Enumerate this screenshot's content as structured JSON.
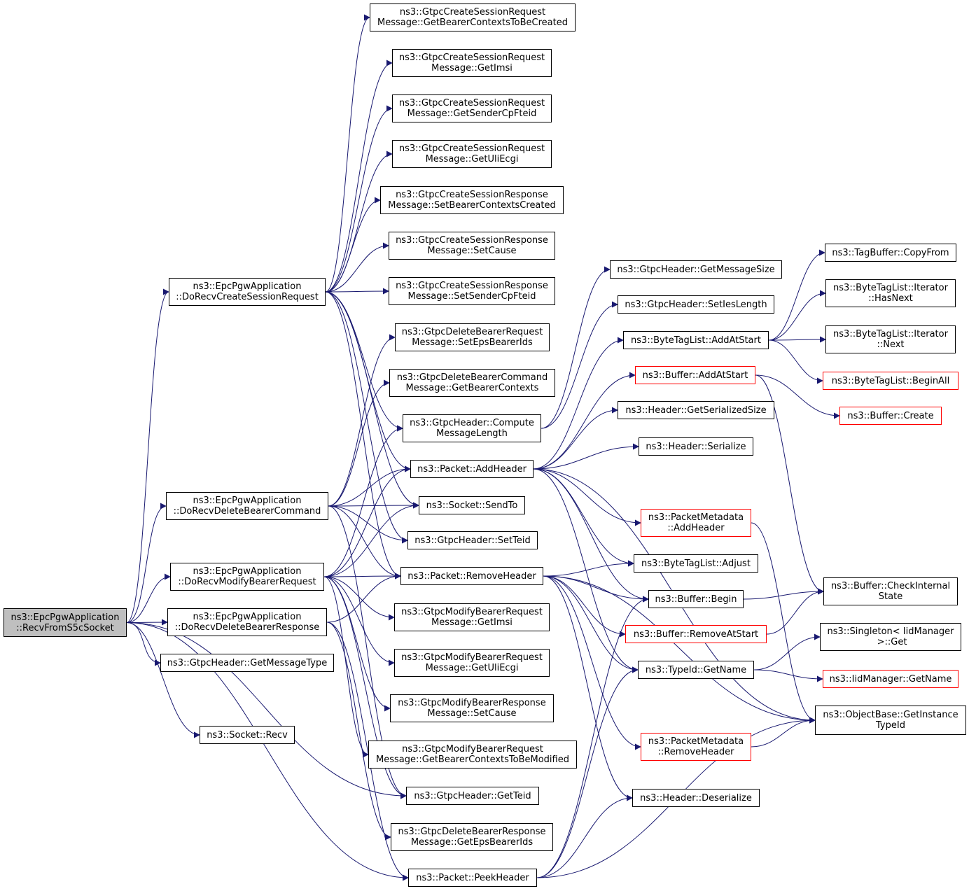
{
  "nodes": {
    "recvfroms5c": {
      "label": "ns3::EpcPgwApplication\n::RecvFromS5cSocket"
    },
    "docreate": {
      "label": "ns3::EpcPgwApplication\n::DoRecvCreateSessionRequest"
    },
    "dodelcmd": {
      "label": "ns3::EpcPgwApplication\n::DoRecvDeleteBearerCommand"
    },
    "domodify": {
      "label": "ns3::EpcPgwApplication\n::DoRecvModifyBearerRequest"
    },
    "dodelresp": {
      "label": "ns3::EpcPgwApplication\n::DoRecvDeleteBearerResponse"
    },
    "getmsgtype": {
      "label": "ns3::GtpcHeader::GetMessageType"
    },
    "sockrecv": {
      "label": "ns3::Socket::Recv"
    },
    "csr_bctbc": {
      "label": "ns3::GtpcCreateSessionRequest\nMessage::GetBearerContextsToBeCreated"
    },
    "csr_imsi": {
      "label": "ns3::GtpcCreateSessionRequest\nMessage::GetImsi"
    },
    "csr_sender": {
      "label": "ns3::GtpcCreateSessionRequest\nMessage::GetSenderCpFteid"
    },
    "csr_uli": {
      "label": "ns3::GtpcCreateSessionRequest\nMessage::GetUliEcgi"
    },
    "csresp_bcc": {
      "label": "ns3::GtpcCreateSessionResponse\nMessage::SetBearerContextsCreated"
    },
    "csresp_cause": {
      "label": "ns3::GtpcCreateSessionResponse\nMessage::SetCause"
    },
    "csresp_sender": {
      "label": "ns3::GtpcCreateSessionResponse\nMessage::SetSenderCpFteid"
    },
    "dbr_eps": {
      "label": "ns3::GtpcDeleteBearerRequest\nMessage::SetEpsBearerIds"
    },
    "dbc_bc": {
      "label": "ns3::GtpcDeleteBearerCommand\nMessage::GetBearerContexts"
    },
    "compute": {
      "label": "ns3::GtpcHeader::Compute\nMessageLength"
    },
    "addheader": {
      "label": "ns3::Packet::AddHeader"
    },
    "sendto": {
      "label": "ns3::Socket::SendTo"
    },
    "setteid": {
      "label": "ns3::GtpcHeader::SetTeid"
    },
    "removeheader": {
      "label": "ns3::Packet::RemoveHeader"
    },
    "mbr_imsi": {
      "label": "ns3::GtpcModifyBearerRequest\nMessage::GetImsi"
    },
    "mbr_uli": {
      "label": "ns3::GtpcModifyBearerRequest\nMessage::GetUliEcgi"
    },
    "mbresp_cause": {
      "label": "ns3::GtpcModifyBearerResponse\nMessage::SetCause"
    },
    "mbr_bctbm": {
      "label": "ns3::GtpcModifyBearerRequest\nMessage::GetBearerContextsToBeModified"
    },
    "getteid": {
      "label": "ns3::GtpcHeader::GetTeid"
    },
    "dbresp_eps": {
      "label": "ns3::GtpcDeleteBearerResponse\nMessage::GetEpsBearerIds"
    },
    "peekheader": {
      "label": "ns3::Packet::PeekHeader"
    },
    "getmsgsize": {
      "label": "ns3::GtpcHeader::GetMessageSize"
    },
    "setieslen": {
      "label": "ns3::GtpcHeader::SetIesLength"
    },
    "btl_addatstart": {
      "label": "ns3::ByteTagList::AddAtStart"
    },
    "buf_addatstart": {
      "label": "ns3::Buffer::AddAtStart"
    },
    "hdr_serialsize": {
      "label": "ns3::Header::GetSerializedSize"
    },
    "hdr_serialize": {
      "label": "ns3::Header::Serialize"
    },
    "pm_addheader": {
      "label": "ns3::PacketMetadata\n::AddHeader"
    },
    "btl_adjust": {
      "label": "ns3::ByteTagList::Adjust"
    },
    "buf_begin": {
      "label": "ns3::Buffer::Begin"
    },
    "buf_removeatstart": {
      "label": "ns3::Buffer::RemoveAtStart"
    },
    "typeid_getname": {
      "label": "ns3::TypeId::GetName"
    },
    "pm_removeheader": {
      "label": "ns3::PacketMetadata\n::RemoveHeader"
    },
    "hdr_deserialize": {
      "label": "ns3::Header::Deserialize"
    },
    "tagbuf_copyfrom": {
      "label": "ns3::TagBuffer::CopyFrom"
    },
    "btl_it_hasnext": {
      "label": "ns3::ByteTagList::Iterator\n::HasNext"
    },
    "btl_it_next": {
      "label": "ns3::ByteTagList::Iterator\n::Next"
    },
    "btl_beginall": {
      "label": "ns3::ByteTagList::BeginAll"
    },
    "buf_create": {
      "label": "ns3::Buffer::Create"
    },
    "buf_checkinternal": {
      "label": "ns3::Buffer::CheckInternal\nState"
    },
    "singleton_get": {
      "label": "ns3::Singleton< IidManager\n >::Get"
    },
    "iidmgr_getname": {
      "label": "ns3::IidManager::GetName"
    },
    "objbase_getinstance": {
      "label": "ns3::ObjectBase::GetInstance\nTypeId"
    }
  },
  "edges": [
    [
      "recvfroms5c",
      "docreate"
    ],
    [
      "recvfroms5c",
      "dodelcmd"
    ],
    [
      "recvfroms5c",
      "domodify"
    ],
    [
      "recvfroms5c",
      "dodelresp"
    ],
    [
      "recvfroms5c",
      "getmsgtype"
    ],
    [
      "recvfroms5c",
      "sockrecv"
    ],
    [
      "recvfroms5c",
      "getteid"
    ],
    [
      "recvfroms5c",
      "peekheader"
    ],
    [
      "docreate",
      "csr_bctbc"
    ],
    [
      "docreate",
      "csr_imsi"
    ],
    [
      "docreate",
      "csr_sender"
    ],
    [
      "docreate",
      "csr_uli"
    ],
    [
      "docreate",
      "csresp_bcc"
    ],
    [
      "docreate",
      "csresp_cause"
    ],
    [
      "docreate",
      "csresp_sender"
    ],
    [
      "docreate",
      "compute"
    ],
    [
      "docreate",
      "addheader"
    ],
    [
      "docreate",
      "sendto"
    ],
    [
      "docreate",
      "setteid"
    ],
    [
      "docreate",
      "removeheader"
    ],
    [
      "dodelcmd",
      "dbr_eps"
    ],
    [
      "dodelcmd",
      "dbc_bc"
    ],
    [
      "dodelcmd",
      "addheader"
    ],
    [
      "dodelcmd",
      "sendto"
    ],
    [
      "dodelcmd",
      "setteid"
    ],
    [
      "dodelcmd",
      "removeheader"
    ],
    [
      "dodelcmd",
      "getteid"
    ],
    [
      "domodify",
      "compute"
    ],
    [
      "domodify",
      "addheader"
    ],
    [
      "domodify",
      "sendto"
    ],
    [
      "domodify",
      "removeheader"
    ],
    [
      "domodify",
      "mbr_imsi"
    ],
    [
      "domodify",
      "mbr_uli"
    ],
    [
      "domodify",
      "mbresp_cause"
    ],
    [
      "domodify",
      "mbr_bctbm"
    ],
    [
      "domodify",
      "getteid"
    ],
    [
      "dodelresp",
      "removeheader"
    ],
    [
      "dodelresp",
      "dbresp_eps"
    ],
    [
      "dodelresp",
      "peekheader"
    ],
    [
      "compute",
      "getmsgsize"
    ],
    [
      "compute",
      "setieslen"
    ],
    [
      "addheader",
      "btl_addatstart"
    ],
    [
      "addheader",
      "buf_addatstart"
    ],
    [
      "addheader",
      "hdr_serialsize"
    ],
    [
      "addheader",
      "hdr_serialize"
    ],
    [
      "addheader",
      "pm_addheader"
    ],
    [
      "addheader",
      "btl_adjust"
    ],
    [
      "addheader",
      "buf_begin"
    ],
    [
      "addheader",
      "typeid_getname"
    ],
    [
      "addheader",
      "objbase_getinstance"
    ],
    [
      "removeheader",
      "btl_adjust"
    ],
    [
      "removeheader",
      "buf_begin"
    ],
    [
      "removeheader",
      "buf_removeatstart"
    ],
    [
      "removeheader",
      "typeid_getname"
    ],
    [
      "removeheader",
      "pm_removeheader"
    ],
    [
      "removeheader",
      "hdr_deserialize"
    ],
    [
      "removeheader",
      "objbase_getinstance"
    ],
    [
      "peekheader",
      "buf_begin"
    ],
    [
      "peekheader",
      "typeid_getname"
    ],
    [
      "peekheader",
      "hdr_deserialize"
    ],
    [
      "peekheader",
      "objbase_getinstance"
    ],
    [
      "btl_addatstart",
      "tagbuf_copyfrom"
    ],
    [
      "btl_addatstart",
      "btl_it_hasnext"
    ],
    [
      "btl_addatstart",
      "btl_it_next"
    ],
    [
      "btl_addatstart",
      "btl_beginall"
    ],
    [
      "buf_addatstart",
      "buf_create"
    ],
    [
      "buf_addatstart",
      "buf_checkinternal"
    ],
    [
      "buf_begin",
      "buf_checkinternal"
    ],
    [
      "buf_removeatstart",
      "buf_checkinternal"
    ],
    [
      "pm_addheader",
      "objbase_getinstance"
    ],
    [
      "pm_removeheader",
      "objbase_getinstance"
    ],
    [
      "typeid_getname",
      "singleton_get"
    ],
    [
      "typeid_getname",
      "iidmgr_getname"
    ]
  ]
}
